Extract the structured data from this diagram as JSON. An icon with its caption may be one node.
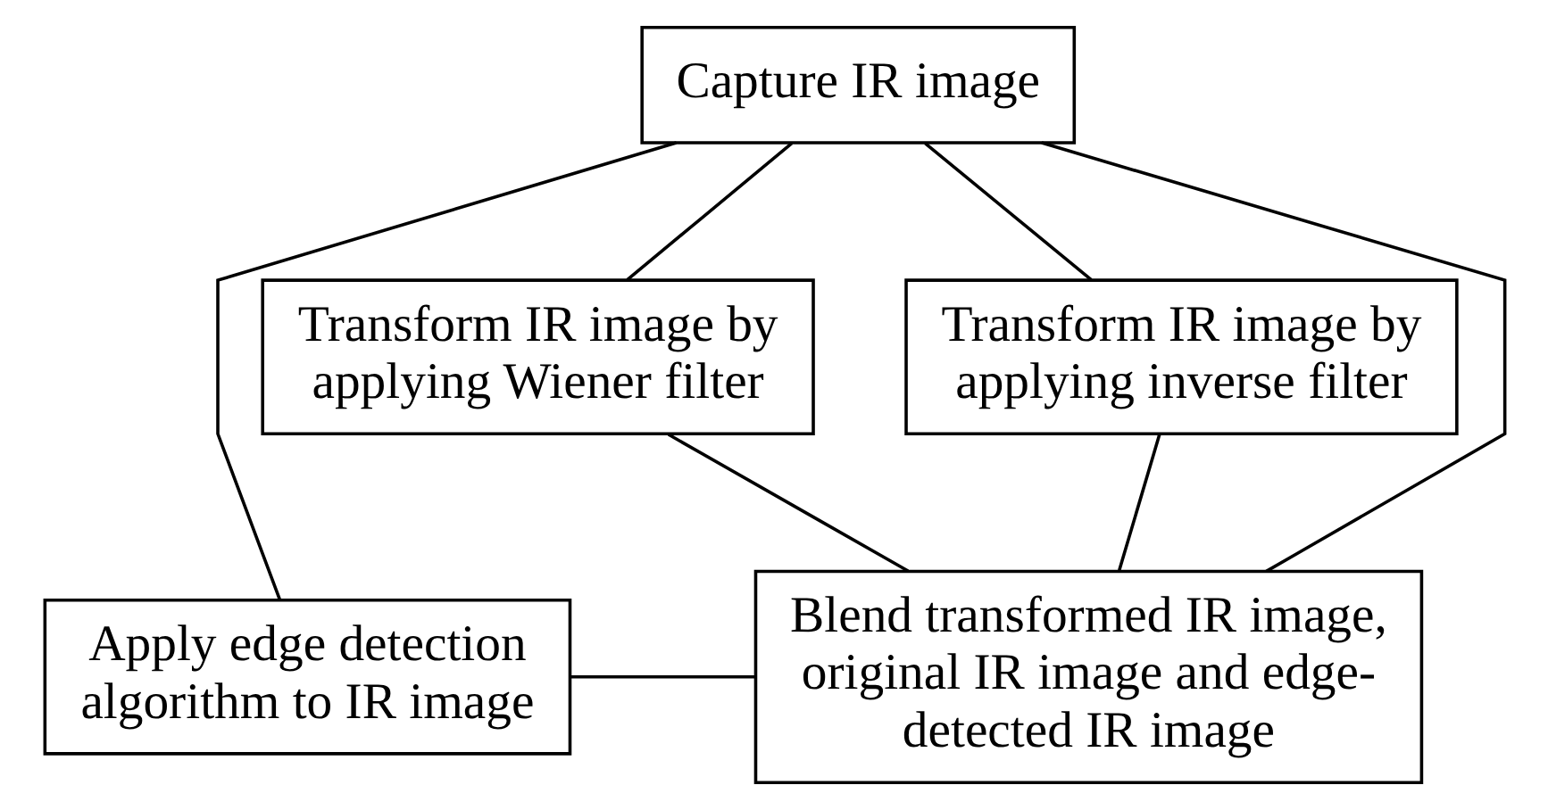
{
  "diagram": {
    "nodes": [
      {
        "text": [
          "Capture IR image"
        ]
      },
      {
        "text": [
          "Transform IR image by applying Wiener filter"
        ]
      },
      {
        "text": [
          "Transform IR image by applying inverse filter"
        ]
      },
      {
        "text": [
          "Blend transformed IR image, original IR image and edge-detected IR image"
        ]
      },
      {
        "text": [
          "Apply edge detection algorithm to IR image"
        ]
      }
    ],
    "edges": [
      {
        "from": 0,
        "to": 1,
        "arrow": "none"
      },
      {
        "from": 0,
        "to": 2,
        "arrow": "none"
      },
      {
        "from": 1,
        "to": 3,
        "arrow": "none"
      },
      {
        "from": 2,
        "to": 3,
        "arrow": "none"
      },
      {
        "from": 0,
        "to": 3,
        "arrow": "none"
      },
      {
        "from": 0,
        "to": 4,
        "arrow": "none"
      },
      {
        "from": 4,
        "to": 3,
        "arrow": "none"
      }
    ]
  }
}
